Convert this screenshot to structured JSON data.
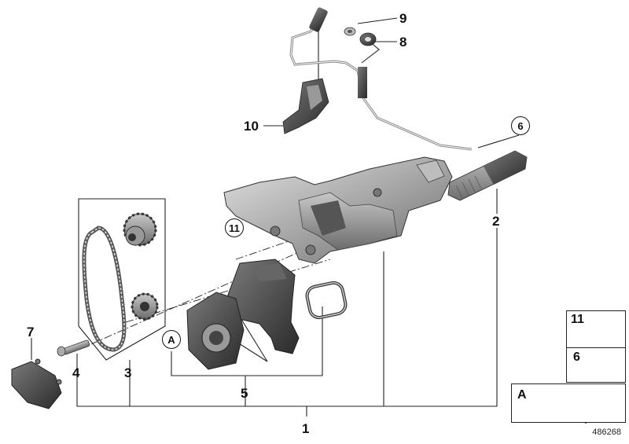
{
  "labels": {
    "l1": "1",
    "l2": "2",
    "l3": "3",
    "l4": "4",
    "l5": "5",
    "l7": "7",
    "l8": "8",
    "l9": "9",
    "l10": "10"
  },
  "circled": {
    "c6": "6",
    "c11": "11",
    "cA": "A"
  },
  "legend": {
    "row11": "11",
    "row6": "6",
    "rowA": "A"
  },
  "reference_id": "486268",
  "colors": {
    "line": "#222222",
    "part_fill": "#9a9a9a",
    "part_dark": "#4a4a4a",
    "part_light": "#d0d0d0"
  }
}
